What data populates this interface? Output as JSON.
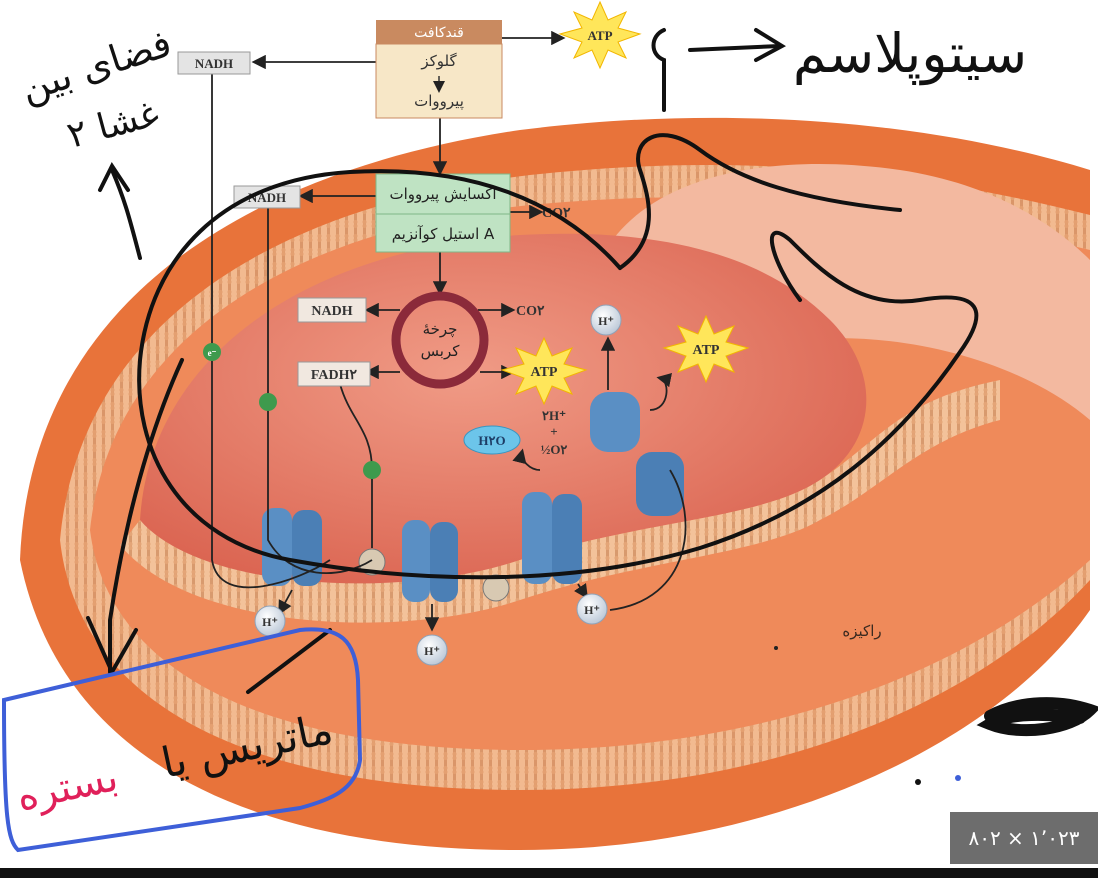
{
  "colors": {
    "membrane_outer": "#e8733a",
    "matrix": "#e8826e",
    "protein": "#5a8fc4",
    "box_green": "#bfe3c3",
    "box_tan": "#f7e7c7",
    "box_brown": "#c98a60",
    "atp_star": "#ffe65a",
    "ink_black": "#111111",
    "ink_blue": "#3e5fd8",
    "ink_pink": "#e0205a"
  },
  "labels": {
    "glycolysis": "قندکافت",
    "glucose": "گلوکز",
    "pyruvate": "پیرووات",
    "pyruvate_oxidation": "اکسایش پیرووات",
    "acetyl_coa": "استیل کوآنزیم A",
    "krebs_1": "چرخهٔ",
    "krebs_2": "کربس",
    "nadh_top": "NADH",
    "nadh_mid": "NADH",
    "nadh_krebs": "NADH",
    "fadh2": "FADH۲",
    "co2_1": "CO۲",
    "co2_2": "CO۲",
    "atp_top": "ATP",
    "atp_krebs": "ATP",
    "atp_synthase": "ATP",
    "h_plus_in": "H⁺",
    "h_plus_1": "H⁺",
    "h_plus_2": "H⁺",
    "h_plus_3": "H⁺",
    "two_h_plus": "۲H⁺",
    "plus_sign": "+",
    "half_o2": "½O۲",
    "h2o": "H۲O",
    "electron": "e⁻",
    "mitochondrion": "راکیزه"
  },
  "annotations": {
    "cytoplasm": "سیتوپلاسم",
    "intermembrane_1": "فضای بین",
    "intermembrane_2": "۲ غشا",
    "matrix_main": "ماتریس یا",
    "matrix_pink": "بستره"
  },
  "image_size": "۸۰۲ × ۱٬۰۲۳"
}
